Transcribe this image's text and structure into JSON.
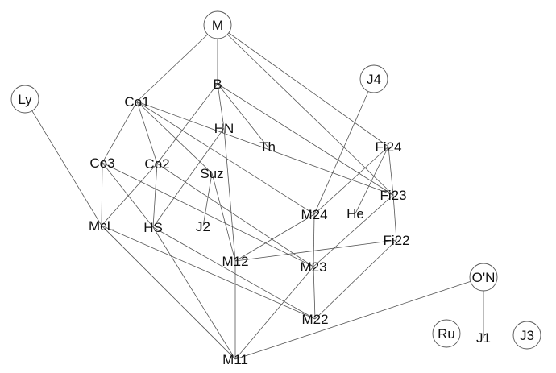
{
  "diagram": {
    "nodes": [
      {
        "id": "M",
        "label": "M",
        "circled": true
      },
      {
        "id": "B",
        "label": "B",
        "circled": false
      },
      {
        "id": "Co1",
        "label": "Co1",
        "circled": false
      },
      {
        "id": "HN",
        "label": "HN",
        "circled": false
      },
      {
        "id": "Th",
        "label": "Th",
        "circled": false
      },
      {
        "id": "Co3",
        "label": "Co3",
        "circled": false
      },
      {
        "id": "Co2",
        "label": "Co2",
        "circled": false
      },
      {
        "id": "Suz",
        "label": "Suz",
        "circled": false
      },
      {
        "id": "McL",
        "label": "McL",
        "circled": false
      },
      {
        "id": "HS",
        "label": "HS",
        "circled": false
      },
      {
        "id": "J2",
        "label": "J2",
        "circled": false
      },
      {
        "id": "M12",
        "label": "M12",
        "circled": false
      },
      {
        "id": "M24",
        "label": "M24",
        "circled": false
      },
      {
        "id": "M23",
        "label": "M23",
        "circled": false
      },
      {
        "id": "M22",
        "label": "M22",
        "circled": false
      },
      {
        "id": "M11",
        "label": "M11",
        "circled": false
      },
      {
        "id": "Fi24",
        "label": "Fi24",
        "circled": false
      },
      {
        "id": "Fi23",
        "label": "Fi23",
        "circled": false
      },
      {
        "id": "Fi22",
        "label": "Fi22",
        "circled": false
      },
      {
        "id": "He",
        "label": "He",
        "circled": false
      },
      {
        "id": "J4",
        "label": "J4",
        "circled": true
      },
      {
        "id": "Ly",
        "label": "Ly",
        "circled": true
      },
      {
        "id": "ON",
        "label": "O'N",
        "circled": true
      },
      {
        "id": "Ru",
        "label": "Ru",
        "circled": true
      },
      {
        "id": "J1",
        "label": "J1",
        "circled": false
      },
      {
        "id": "J3",
        "label": "J3",
        "circled": true
      }
    ],
    "edges": [
      [
        "M",
        "Co1"
      ],
      [
        "M",
        "B"
      ],
      [
        "M",
        "Fi24"
      ],
      [
        "M",
        "Fi23"
      ],
      [
        "B",
        "Co2"
      ],
      [
        "B",
        "HN"
      ],
      [
        "B",
        "Th"
      ],
      [
        "B",
        "Fi23"
      ],
      [
        "Co1",
        "Co3"
      ],
      [
        "Co1",
        "Co2"
      ],
      [
        "Co1",
        "Suz"
      ],
      [
        "Co1",
        "M24"
      ],
      [
        "Co1",
        "Fi23"
      ],
      [
        "HN",
        "HS"
      ],
      [
        "HN",
        "M12"
      ],
      [
        "Co3",
        "McL"
      ],
      [
        "Co3",
        "HS"
      ],
      [
        "Co3",
        "M23"
      ],
      [
        "Co2",
        "McL"
      ],
      [
        "Co2",
        "HS"
      ],
      [
        "Co2",
        "M23"
      ],
      [
        "Suz",
        "J2"
      ],
      [
        "Suz",
        "M12"
      ],
      [
        "McL",
        "M22"
      ],
      [
        "McL",
        "M11"
      ],
      [
        "Ly",
        "McL"
      ],
      [
        "HS",
        "M22"
      ],
      [
        "HS",
        "M11"
      ],
      [
        "M12",
        "M11"
      ],
      [
        "M12",
        "M24"
      ],
      [
        "M12",
        "Fi22"
      ],
      [
        "M24",
        "M23"
      ],
      [
        "M24",
        "J4"
      ],
      [
        "M24",
        "Fi24"
      ],
      [
        "M23",
        "M22"
      ],
      [
        "M23",
        "M11"
      ],
      [
        "M23",
        "Fi23"
      ],
      [
        "Fi24",
        "He"
      ],
      [
        "Fi24",
        "Fi23"
      ],
      [
        "Fi23",
        "Fi22"
      ],
      [
        "Fi22",
        "M22"
      ],
      [
        "ON",
        "J1"
      ],
      [
        "ON",
        "M11"
      ]
    ]
  }
}
